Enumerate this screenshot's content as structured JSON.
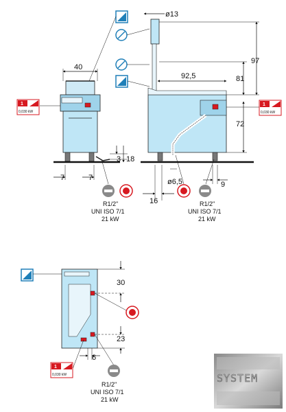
{
  "front_view": {
    "width_label": "40",
    "height_top_label": "3",
    "height_bottom_label": "18",
    "left_offset_label": "7",
    "right_offset_label": "7",
    "electrical_badge": {
      "phase": "1",
      "power": "0,030 kW"
    },
    "gas_connection": {
      "thread": "R1/2\"",
      "standard": "UNI ISO 7/1",
      "power": "21 kW"
    }
  },
  "side_view": {
    "flue_diameter_label": "ø13",
    "total_height_label": "97",
    "upper_height_label": "81",
    "depth_label": "92,5",
    "body_height_label": "72",
    "pipe_diameter_label": "ø6,5",
    "front_offset_label": "16",
    "rear_offset_label": "9",
    "electrical_badge": {
      "phase": "1",
      "power": "0,030 kW"
    },
    "gas_connection": {
      "thread": "R1/2\"",
      "standard": "UNI ISO 7/1",
      "power": "21 kW"
    }
  },
  "rear_view": {
    "top_offset_label": "30",
    "bottom_height_label": "23",
    "side_offset_label": "6",
    "electrical_badge": {
      "phase": "1",
      "power": "0,030 kW"
    },
    "gas_connection": {
      "thread": "R1/2\"",
      "standard": "UNI ISO 7/1",
      "power": "21 kW"
    }
  },
  "logo": {
    "text": "SYSTEM"
  },
  "colors": {
    "line": "#222222",
    "cabinet_fill": "#bfe6f6",
    "cabinet_fill_dark": "#9fd3ea",
    "panel_fill": "#e8f5fb",
    "icon_blue": "#1f7fb8",
    "gas_red": "#d71920",
    "gas_gray": "#8a8a8a",
    "floor": "#111111"
  },
  "icons": {
    "legend": [
      "oil-drain-icon",
      "no-entry-icon",
      "gas-inlet-icon",
      "electrical-badge-icon"
    ]
  }
}
